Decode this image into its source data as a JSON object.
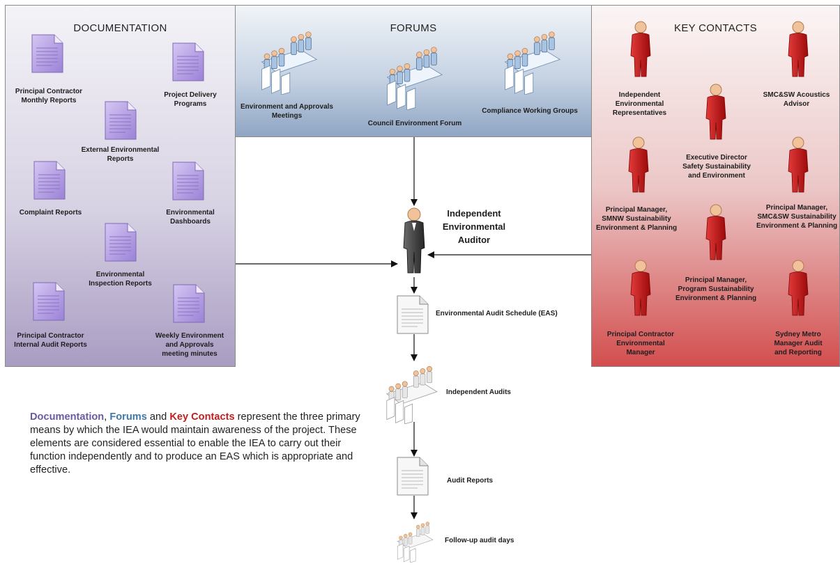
{
  "documentation": {
    "title": "DOCUMENTATION",
    "items": [
      "Principal Contractor\nMonthly Reports",
      "Project Delivery\nPrograms",
      "External Environmental\nReports",
      "Complaint Reports",
      "Environmental\nDashboards",
      "Environmental\nInspection Reports",
      "Principal Contractor\nInternal Audit Reports",
      "Weekly Environment\nand Approvals\nmeeting minutes"
    ]
  },
  "forums": {
    "title": "FORUMS",
    "items": [
      "Environment and Approvals\nMeetings",
      "Council Environment Forum",
      "Compliance Working Groups"
    ]
  },
  "key_contacts": {
    "title": "KEY CONTACTS",
    "items": [
      "Independent\nEnvironmental\nRepresentatives",
      "SMC&SW Acoustics\nAdvisor",
      "Executive Director\nSafety Sustainability\nand Environment",
      "Principal Manager,\nSMNW Sustainability\nEnvironment & Planning",
      "Principal Manager,\nSMC&SW Sustainability\nEnvironment & Planning",
      "Principal Manager,\nProgram Sustainability\nEnvironment & Planning",
      "Principal Contractor\nEnvironmental\nManager",
      "Sydney Metro\nManager Audit\nand Reporting"
    ]
  },
  "flow": {
    "auditor": "Independent\nEnvironmental\nAuditor",
    "schedule": "Environmental Audit Schedule (EAS)",
    "audits": "Independent Audits",
    "reports": "Audit Reports",
    "followup": "Follow-up audit days"
  },
  "description": {
    "kw_documentation": "Documentation",
    "sep1": ", ",
    "kw_forums": "Forums",
    "sep2": " and ",
    "kw_key_contacts": "Key Contacts",
    "rest": " represent the three primary means by which the IEA would maintain awareness of the project. These elements are considered essential to enable the IEA to carry out their function independently and to produce an EAS which is appropriate and effective."
  },
  "colors": {
    "documentation": "#6a5aa1",
    "forums": "#3f79a7",
    "key_contacts": "#c21f1f",
    "document_icon": "#b7a1e2",
    "person_red": "#c81414"
  }
}
